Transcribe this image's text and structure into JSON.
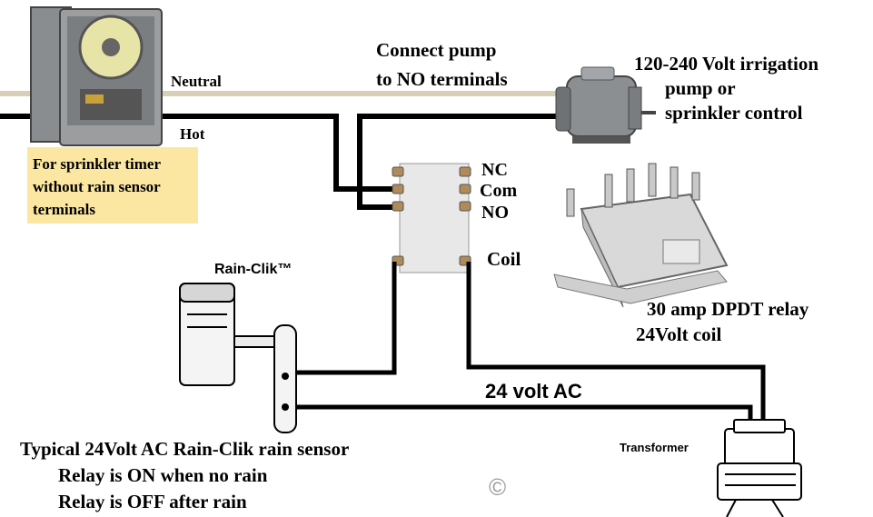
{
  "labels": {
    "neutral": "Neutral",
    "hot": "Hot",
    "connect_pump_line1": "Connect pump",
    "connect_pump_line2": "to NO terminals",
    "pump_line1": "120-240 Volt irrigation",
    "pump_line2": "pump or",
    "pump_line3": "sprinkler control",
    "timer_note_line1": "For sprinkler timer",
    "timer_note_line2": "without rain sensor",
    "timer_note_line3": "terminals",
    "nc": "NC",
    "com": "Com",
    "no": "NO",
    "coil": "Coil",
    "rain_clik": "Rain-Clik™",
    "relay_line1": "30 amp DPDT relay",
    "relay_line2": "24Volt coil",
    "volt_ac": "24 volt AC",
    "transformer": "Transformer",
    "caption_line1": "Typical 24Volt AC Rain-Clik rain sensor",
    "caption_line2": "Relay is ON when no rain",
    "caption_line3": "Relay is OFF after rain",
    "copyright": "©"
  },
  "colors": {
    "neutral_wire": "#d8cfb8",
    "hot_wire": "#000000",
    "note_bg": "#fbe7a1",
    "relay_body": "#e8e8e8",
    "terminal": "#b08a5a"
  }
}
